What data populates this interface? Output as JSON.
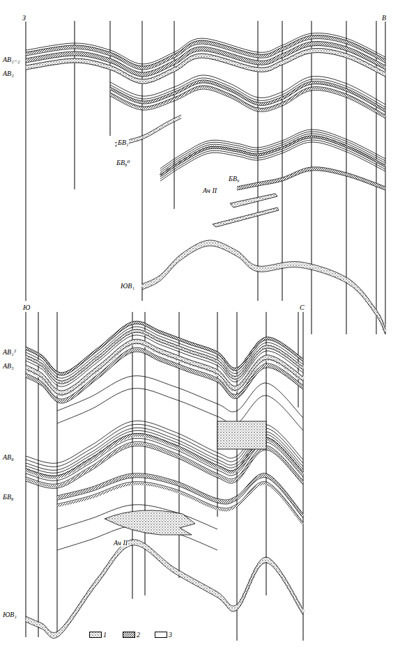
{
  "diagram": {
    "labels": [
      "З",
      "В",
      "АВ₁₋₂",
      "АВ₃",
      "БВ₁",
      "БВ₈⁰",
      "БВ₉",
      "Ач II",
      "ЮВ₁",
      "Ю",
      "С",
      "АВ₁²",
      "АВ₃",
      "АВ₈",
      "БВ₈",
      "Ач II",
      "ЮВ₁"
    ],
    "legend": [
      {
        "text": "1"
      },
      {
        "text": "2"
      },
      {
        "text": "3"
      }
    ]
  }
}
